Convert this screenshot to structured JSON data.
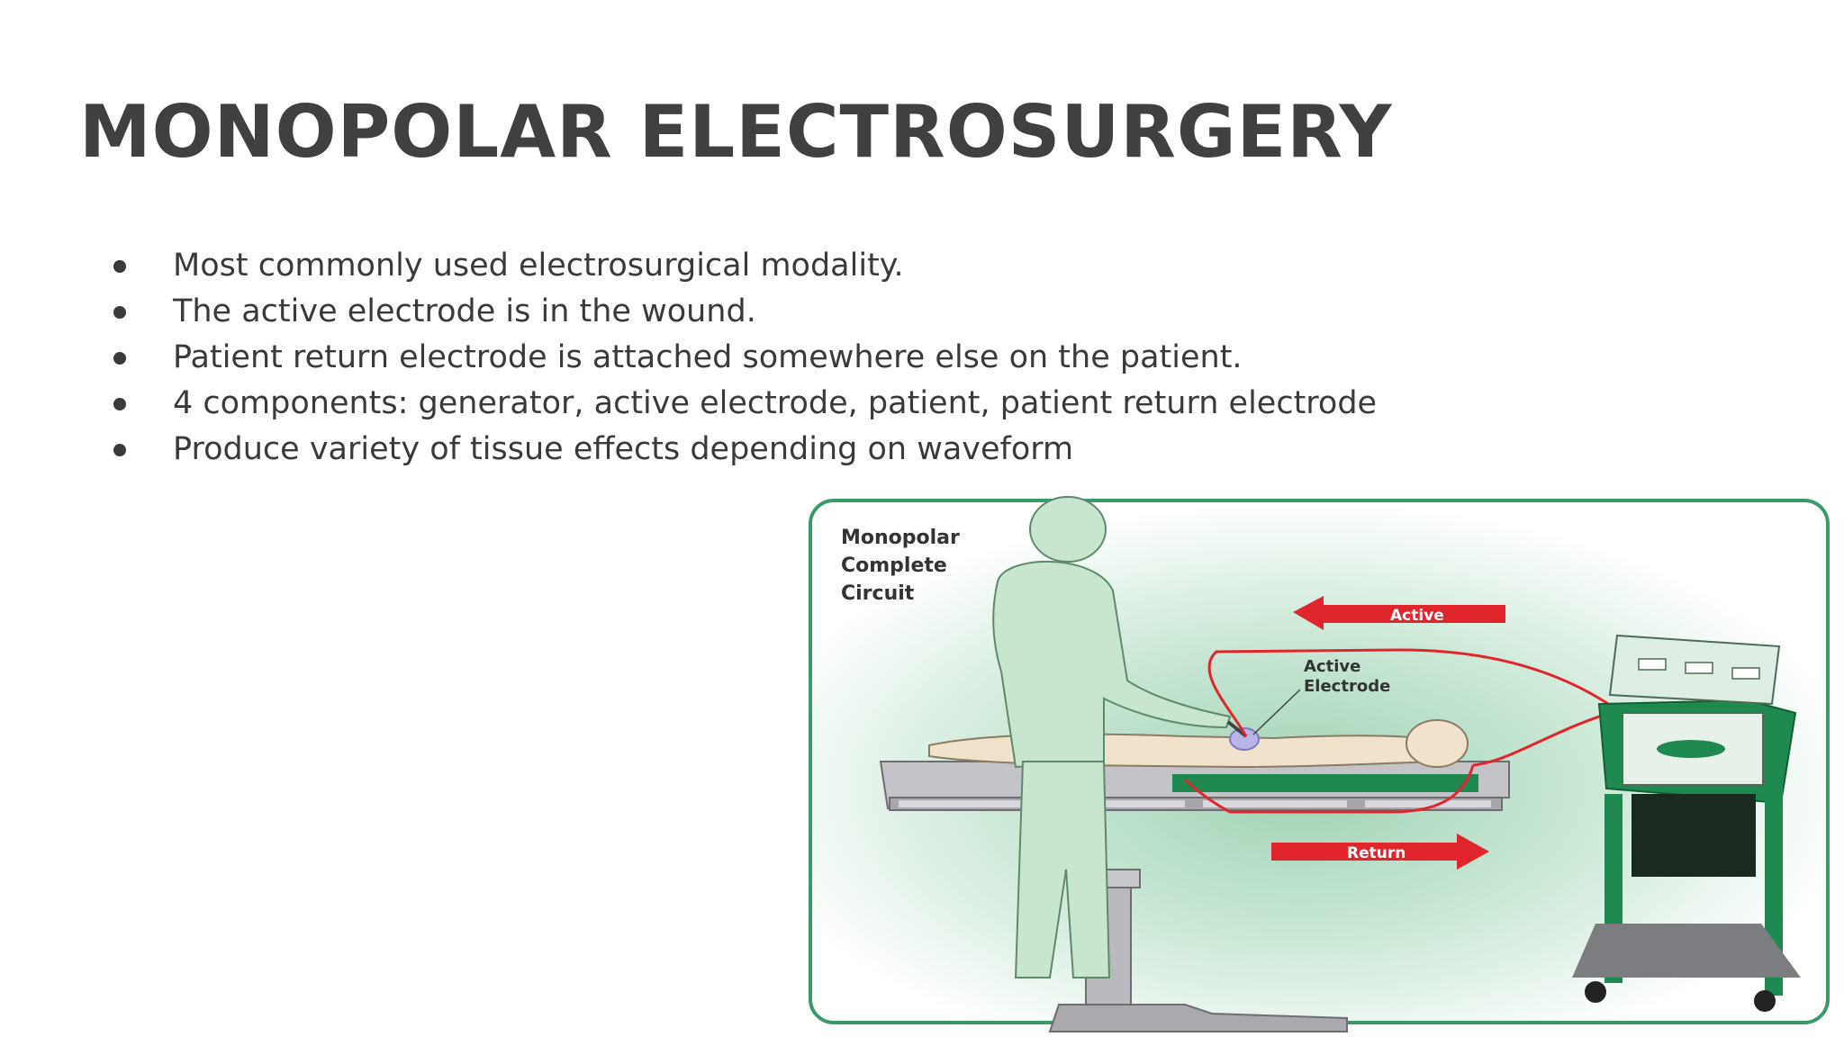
{
  "slide": {
    "title": "MONOPOLAR ELECTROSURGERY",
    "bullets": [
      "Most commonly used electrosurgical modality.",
      "The active electrode is in the wound.",
      "Patient return electrode is attached somewhere else on the patient.",
      "4 components: generator, active electrode, patient, patient return electrode",
      "Produce variety of tissue effects depending on waveform"
    ]
  },
  "figure": {
    "caption_lines": [
      "Monopolar",
      "Complete",
      "Circuit"
    ],
    "active_arrow_label": "Active",
    "return_arrow_label": "Return",
    "electrode_label_lines": [
      "Active",
      "Electrode"
    ],
    "colors": {
      "frame_green": "#3a9a6c",
      "equipment_green": "#1f8a4f",
      "wire_red": "#e0262c",
      "title_text": "#404040",
      "body_text": "#3a3a3a"
    }
  }
}
